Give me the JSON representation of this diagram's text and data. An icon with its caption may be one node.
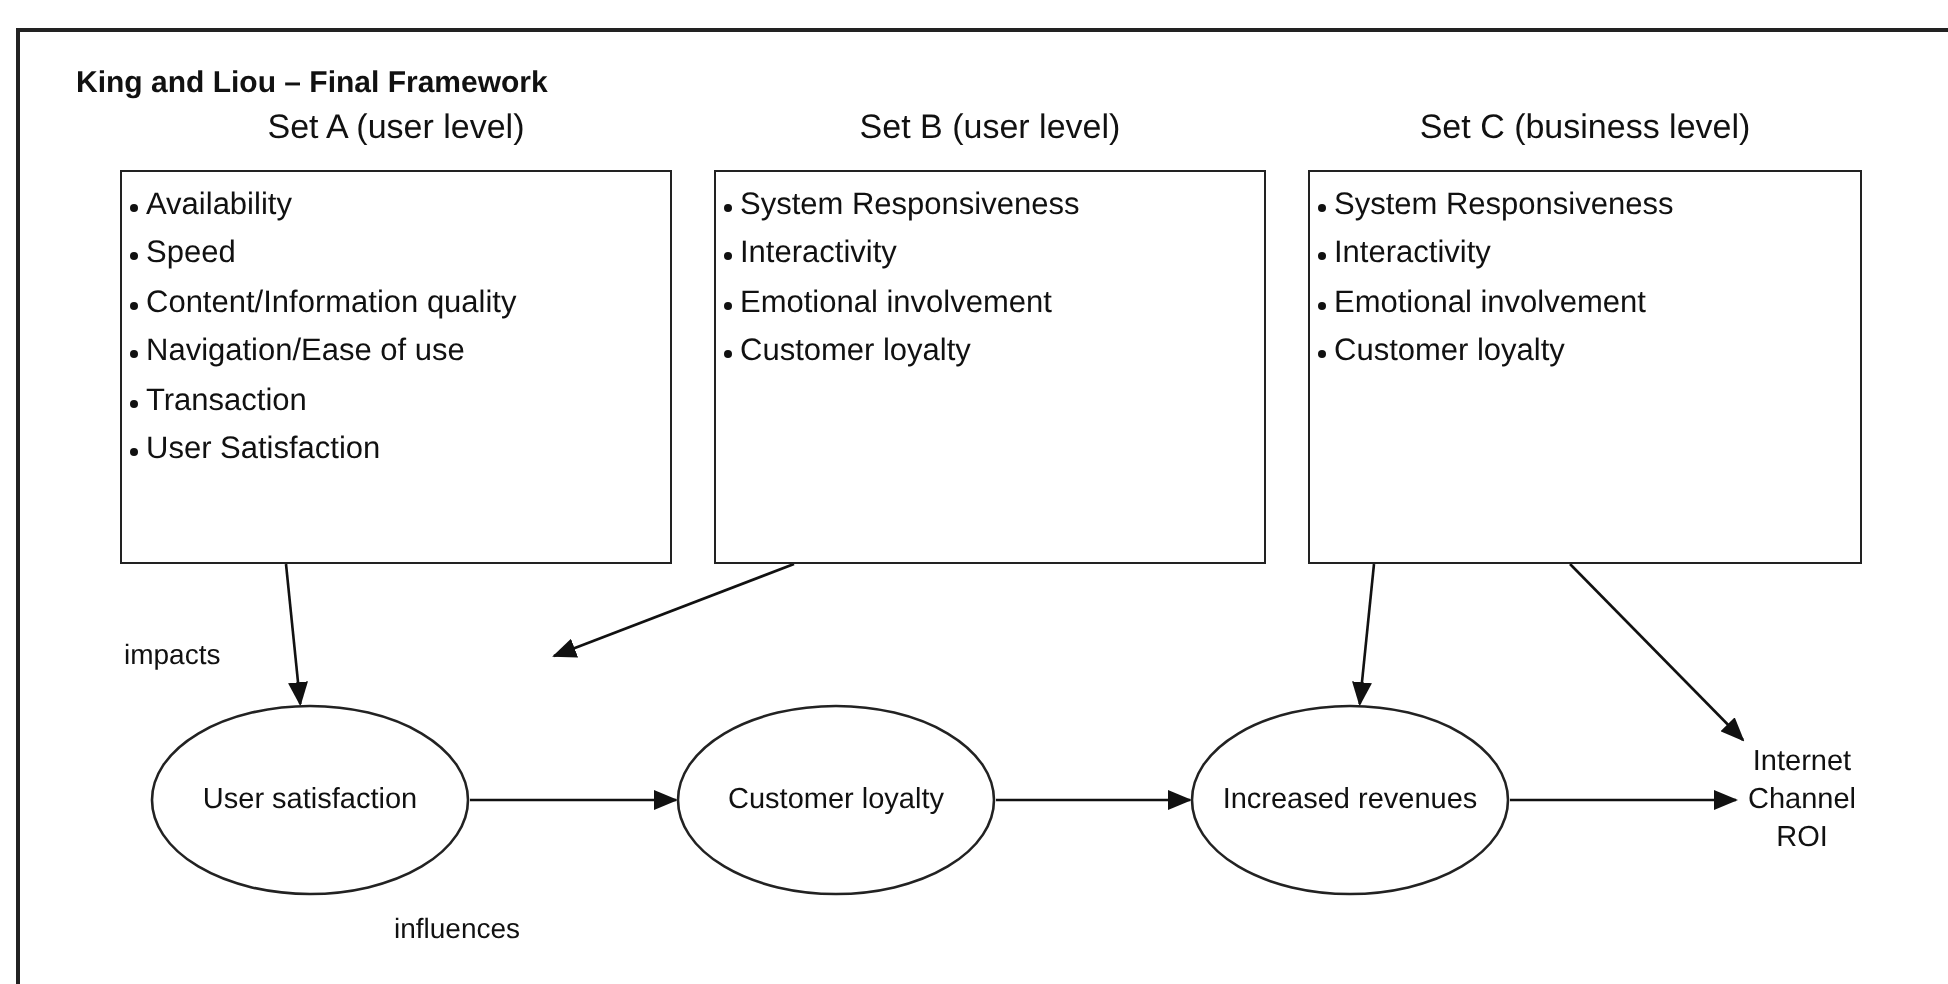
{
  "diagram": {
    "title": "King and Liou – Final Framework",
    "nodes": [
      {
        "text": [
          "Set A (user level)",
          "Availability",
          "Speed",
          "Content/Information quality",
          "Navigation/Ease of use",
          "Transaction",
          "User Satisfaction"
        ]
      },
      {
        "text": [
          "Set B (user level)",
          "System Responsiveness",
          "Interactivity",
          "Emotional involvement",
          "Customer loyalty"
        ]
      },
      {
        "text": [
          "Set C (business level)",
          "System Responsiveness",
          "Interactivity",
          "Emotional involvement",
          "Customer loyalty"
        ]
      },
      {
        "text": [
          "User satisfaction"
        ]
      },
      {
        "text": [
          "Customer loyalty"
        ]
      },
      {
        "text": [
          "Increased revenues"
        ]
      },
      {
        "text": [
          "Internet Channel ROI"
        ]
      }
    ],
    "edges": [
      {
        "from": 0,
        "to": 3,
        "arrow": "to"
      },
      {
        "from": 1,
        "to": null,
        "arrow": "to"
      },
      {
        "from": 2,
        "to": 5,
        "arrow": "to"
      },
      {
        "from": 2,
        "to": 6,
        "arrow": "to"
      },
      {
        "from": 3,
        "to": 4,
        "arrow": "to"
      },
      {
        "from": 4,
        "to": 5,
        "arrow": "to"
      },
      {
        "from": 5,
        "to": 6,
        "arrow": "to"
      }
    ],
    "labels": [
      "impacts",
      "influences"
    ]
  }
}
